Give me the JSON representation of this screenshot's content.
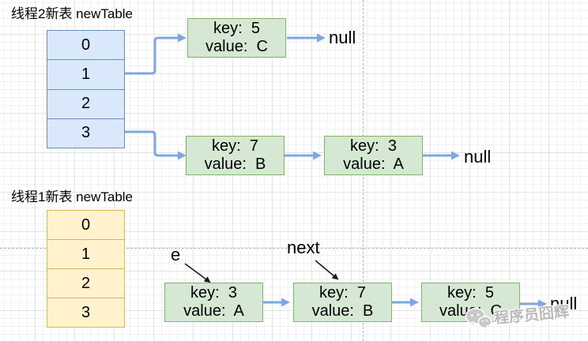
{
  "colors": {
    "text_black": "#000000",
    "table_blue_fill": "#DAE8FC",
    "table_blue_border": "#6C8EBF",
    "table_yellow_fill": "#FFF2CC",
    "table_yellow_border": "#D6B656",
    "node_green_fill": "#D5E8D4",
    "node_green_border": "#82B366",
    "arrow_blue": "#7EA6E0",
    "arrow_black": "#1A1A1A",
    "guide_gray": "#B3B3B3",
    "grid_minor": "#F1F1F1",
    "grid_major": "#E4E4E4",
    "watermark_gray": "#B9B9B9"
  },
  "thread2": {
    "title": "线程2新表 newTable",
    "table": {
      "cells": [
        "0",
        "1",
        "2",
        "3"
      ]
    },
    "bucket1_chain": {
      "nodes": [
        {
          "line1": "key:  5",
          "line2": "value:  C"
        }
      ],
      "terminator": "null"
    },
    "bucket3_chain": {
      "nodes": [
        {
          "line1": "key:  7",
          "line2": "value:  B"
        },
        {
          "line1": "key:  3",
          "line2": "value:  A"
        }
      ],
      "terminator": "null"
    }
  },
  "thread1": {
    "title": "线程1新表 newTable",
    "table": {
      "cells": [
        "0",
        "1",
        "2",
        "3"
      ]
    },
    "chain": {
      "nodes": [
        {
          "line1": "key:  3",
          "line2": "value:  A"
        },
        {
          "line1": "key:  7",
          "line2": "value:  B"
        },
        {
          "line1": "key:  5",
          "line2": "value:  C"
        }
      ],
      "terminator": "null"
    },
    "pointer_labels": {
      "e": "e",
      "next": "next"
    }
  },
  "watermark": {
    "icon": "wechat-icon",
    "text": "程序员囧辉"
  }
}
